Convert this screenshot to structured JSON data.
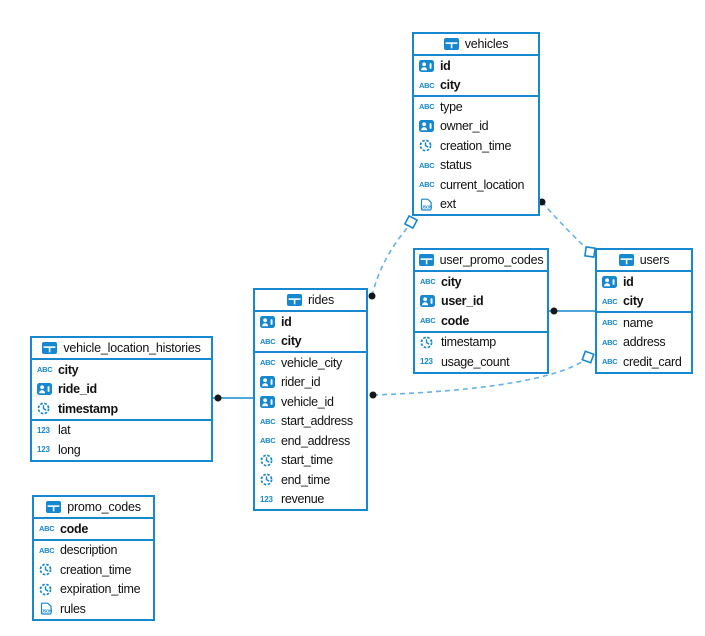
{
  "diagram": {
    "colors": {
      "table_border": "#1688cf",
      "icon_blue": "#1688cf",
      "dashed_line": "#64b3e4",
      "solid_line": "#1688cf",
      "endpoint_dot": "#161616",
      "text": "#111111",
      "background": "#ffffff"
    },
    "icons": {
      "string": "ABC",
      "number": "123",
      "json_label": "JSON"
    },
    "tables": [
      {
        "name": "vehicles",
        "columns": [
          {
            "name": "id",
            "type": "uuid",
            "pk": true
          },
          {
            "name": "city",
            "type": "string",
            "pk": true
          },
          {
            "name": "type",
            "type": "string",
            "pk": false
          },
          {
            "name": "owner_id",
            "type": "uuid",
            "pk": false
          },
          {
            "name": "creation_time",
            "type": "timestamp",
            "pk": false
          },
          {
            "name": "status",
            "type": "string",
            "pk": false
          },
          {
            "name": "current_location",
            "type": "string",
            "pk": false
          },
          {
            "name": "ext",
            "type": "json",
            "pk": false
          }
        ]
      },
      {
        "name": "user_promo_codes",
        "columns": [
          {
            "name": "city",
            "type": "string",
            "pk": true
          },
          {
            "name": "user_id",
            "type": "uuid",
            "pk": true
          },
          {
            "name": "code",
            "type": "string",
            "pk": true
          },
          {
            "name": "timestamp",
            "type": "timestamp",
            "pk": false
          },
          {
            "name": "usage_count",
            "type": "number",
            "pk": false
          }
        ]
      },
      {
        "name": "users",
        "columns": [
          {
            "name": "id",
            "type": "uuid",
            "pk": true
          },
          {
            "name": "city",
            "type": "string",
            "pk": true
          },
          {
            "name": "name",
            "type": "string",
            "pk": false
          },
          {
            "name": "address",
            "type": "string",
            "pk": false
          },
          {
            "name": "credit_card",
            "type": "string",
            "pk": false
          }
        ]
      },
      {
        "name": "rides",
        "columns": [
          {
            "name": "id",
            "type": "uuid",
            "pk": true
          },
          {
            "name": "city",
            "type": "string",
            "pk": true
          },
          {
            "name": "vehicle_city",
            "type": "string",
            "pk": false
          },
          {
            "name": "rider_id",
            "type": "uuid",
            "pk": false
          },
          {
            "name": "vehicle_id",
            "type": "uuid",
            "pk": false
          },
          {
            "name": "start_address",
            "type": "string",
            "pk": false
          },
          {
            "name": "end_address",
            "type": "string",
            "pk": false
          },
          {
            "name": "start_time",
            "type": "timestamp",
            "pk": false
          },
          {
            "name": "end_time",
            "type": "timestamp",
            "pk": false
          },
          {
            "name": "revenue",
            "type": "number",
            "pk": false
          }
        ]
      },
      {
        "name": "vehicle_location_histories",
        "columns": [
          {
            "name": "city",
            "type": "string",
            "pk": true
          },
          {
            "name": "ride_id",
            "type": "uuid",
            "pk": true
          },
          {
            "name": "timestamp",
            "type": "timestamp",
            "pk": true
          },
          {
            "name": "lat",
            "type": "number",
            "pk": false
          },
          {
            "name": "long",
            "type": "number",
            "pk": false
          }
        ]
      },
      {
        "name": "promo_codes",
        "columns": [
          {
            "name": "code",
            "type": "string",
            "pk": true
          },
          {
            "name": "description",
            "type": "string",
            "pk": false
          },
          {
            "name": "creation_time",
            "type": "timestamp",
            "pk": false
          },
          {
            "name": "expiration_time",
            "type": "timestamp",
            "pk": false
          },
          {
            "name": "rules",
            "type": "json",
            "pk": false
          }
        ]
      }
    ],
    "relationships": [
      {
        "a": "vehicle_location_histories",
        "b": "rides",
        "style": "solid"
      },
      {
        "a": "user_promo_codes",
        "b": "users",
        "style": "solid"
      },
      {
        "a": "rides",
        "b": "vehicles",
        "style": "dashed"
      },
      {
        "a": "vehicles",
        "b": "users",
        "style": "dashed"
      },
      {
        "a": "rides",
        "b": "users",
        "style": "dashed"
      }
    ]
  }
}
